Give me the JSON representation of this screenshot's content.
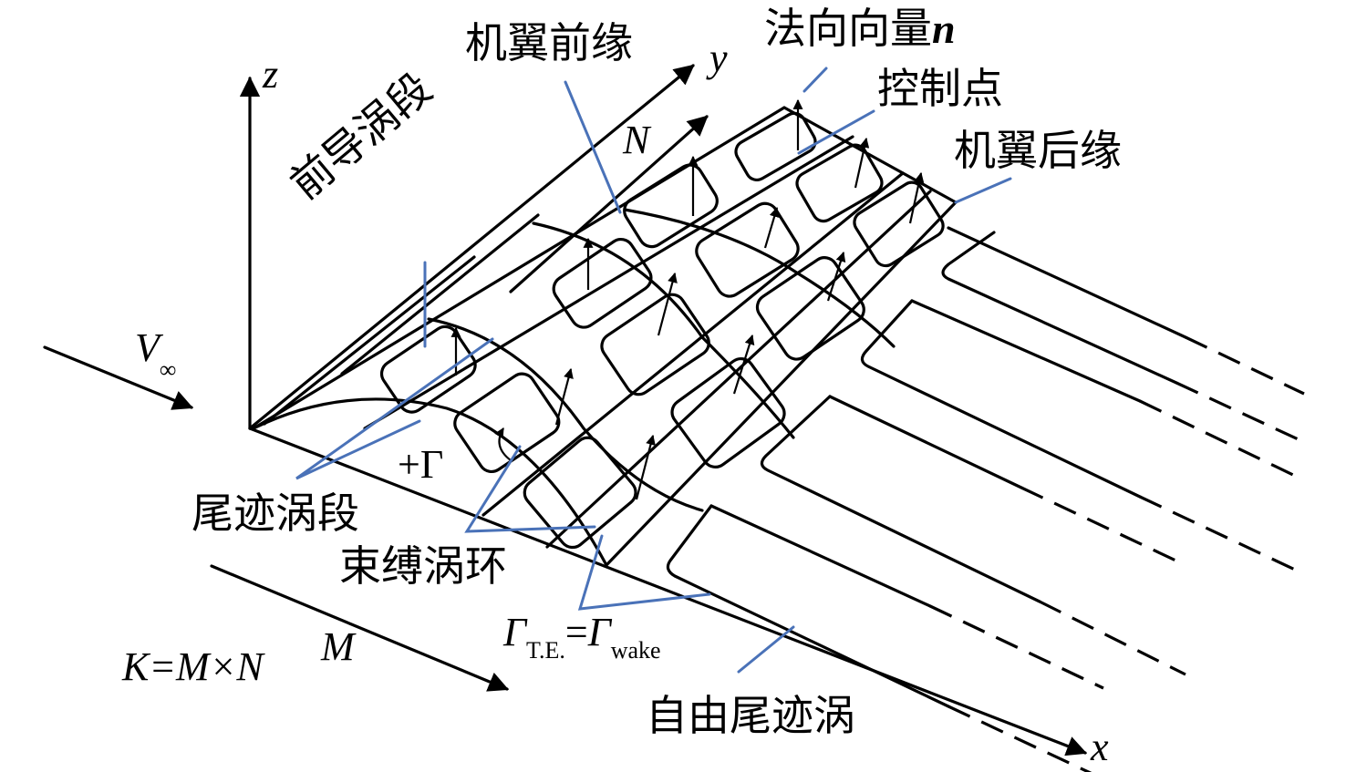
{
  "title": "Vortex lattice method schematic",
  "colors": {
    "line": "#000000",
    "leader": "#4a72b8"
  },
  "axes": {
    "x": "x",
    "y": "y",
    "z": "z"
  },
  "symbols": {
    "freestream": "V",
    "freestream_sub": "∞",
    "span_count": "N",
    "chord_count": "M",
    "total": "K=M×N",
    "circulation": "+Γ",
    "gamma": "Γ",
    "te_sub": "T.E.",
    "equals": "=",
    "wake_sub": "wake"
  },
  "labels": {
    "leading_edge": "机翼前缘",
    "normal_vector": "法向向量",
    "normal_vector_symbol": "n",
    "control_point": "控制点",
    "trailing_edge": "机翼后缘",
    "leading_vortex": "前导涡段",
    "trailing_vortex_segment": "尾迹涡段",
    "bound_vortex_ring": "束缚涡环",
    "free_wake_vortex": "自由尾迹涡"
  },
  "grid": {
    "chordwise_panels": 3,
    "spanwise_panels": 4,
    "wake_strips": 4
  }
}
